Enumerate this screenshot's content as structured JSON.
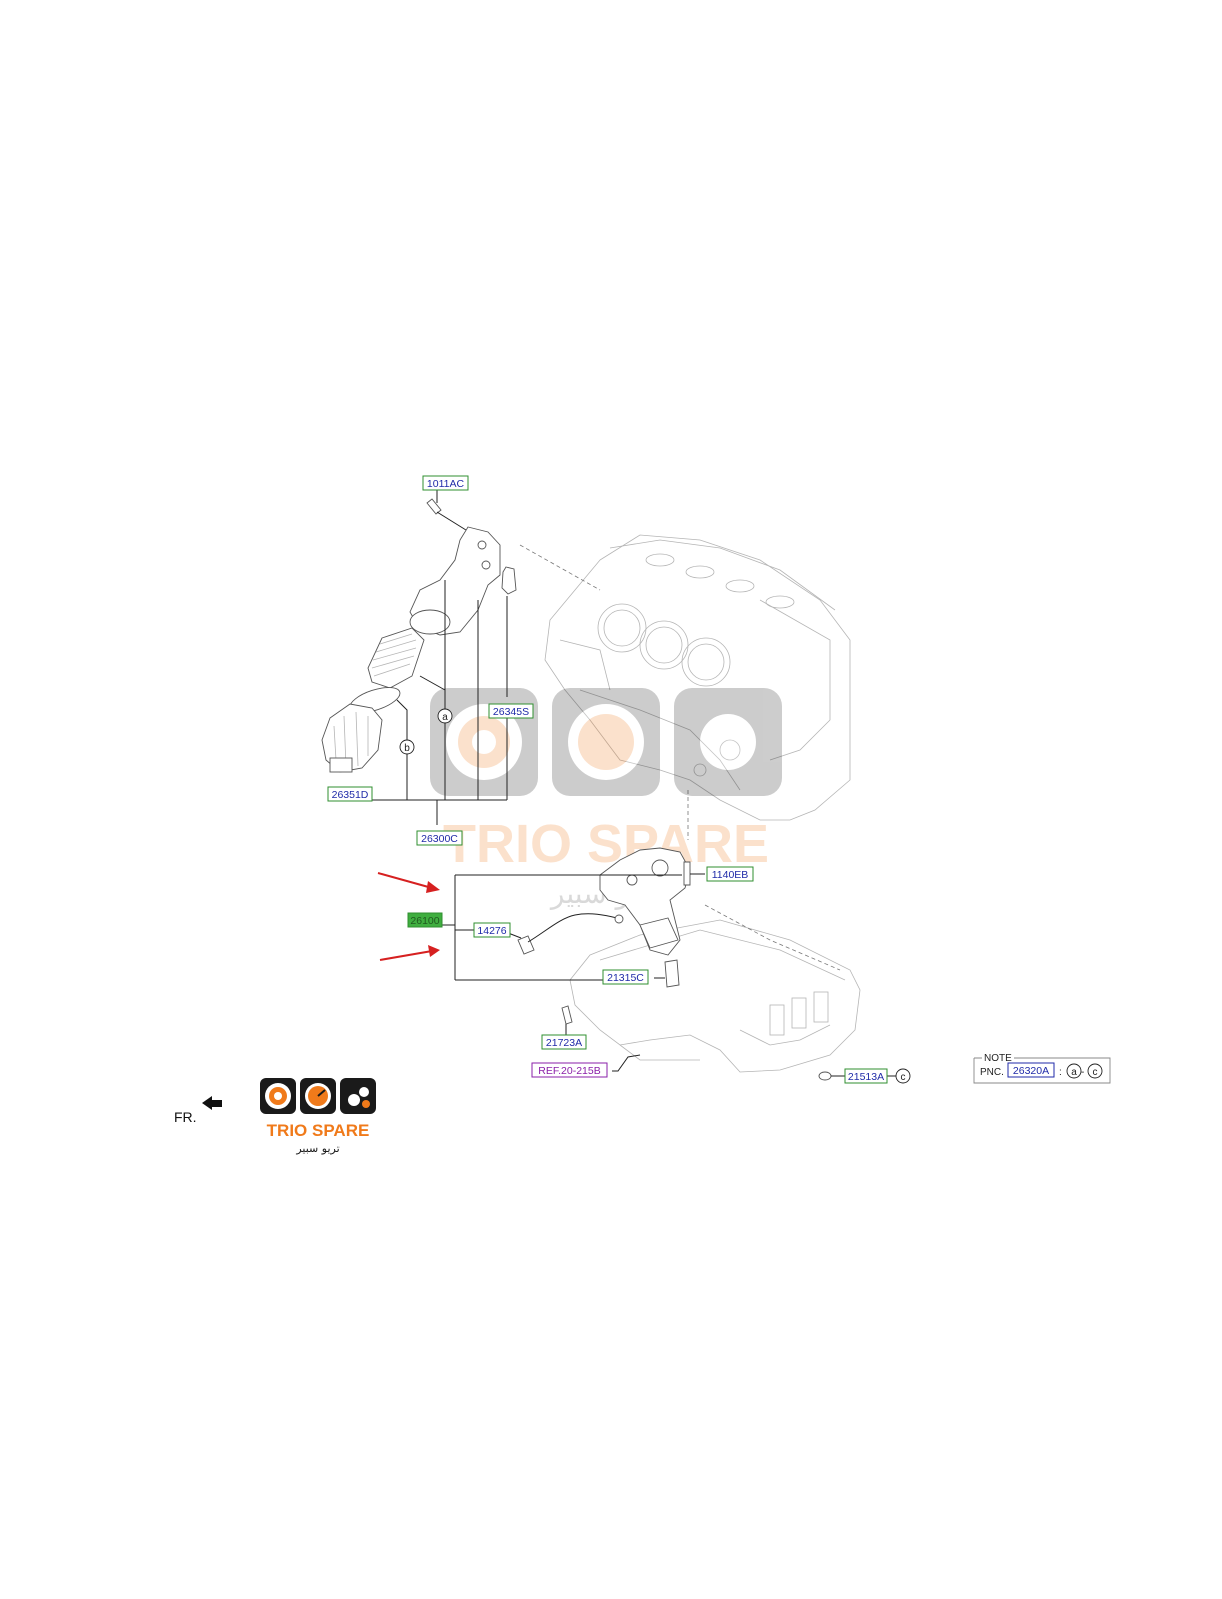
{
  "parts": {
    "p1011AC": "1011AC",
    "p26345S": "26345S",
    "p26351D": "26351D",
    "p26300C": "26300C",
    "p1140EB": "1140EB",
    "p26100": "26100",
    "p14276": "14276",
    "p21315C": "21315C",
    "p21723A": "21723A",
    "ref20215B": "REF.20-215B",
    "p21513A": "21513A"
  },
  "circle_refs": {
    "a": "a",
    "b": "b",
    "c": "c"
  },
  "note": {
    "title": "NOTE",
    "pnc_label": "PNC.",
    "pnc_value": "26320A",
    "colon": ":",
    "a": "a",
    "dash": "-",
    "c": "c"
  },
  "front_label": "FR.",
  "watermark": {
    "brand": "TRIO SPARE",
    "arabic": "تريو سبير"
  },
  "logo": {
    "brand": "TRIO SPARE",
    "arabic": "تريو سبير"
  },
  "colors": {
    "brand_orange": "#f07a1a",
    "logo_dark": "#1a1a1a",
    "arrow_red": "#d62020",
    "box_green": "#2f8f2f",
    "pnc_blue": "#1f2aa8",
    "ref_purple": "#8a1fa8"
  }
}
